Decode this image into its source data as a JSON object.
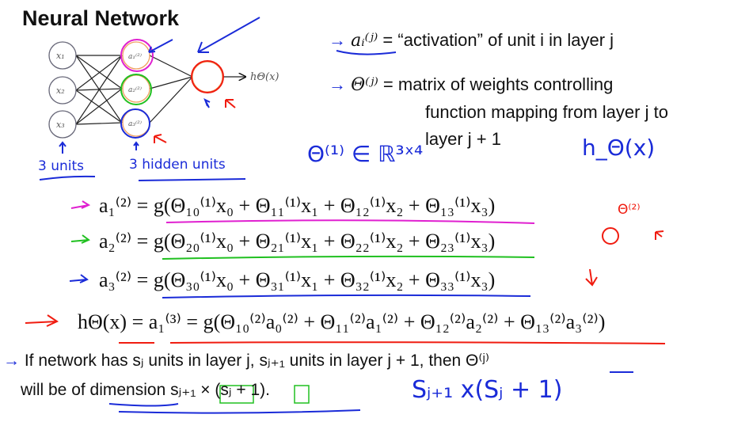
{
  "slide": {
    "title": "Neural Network",
    "diagram": {
      "inputs": [
        "x₁",
        "x₂",
        "x₃"
      ],
      "hidden": [
        "a₁⁽²⁾",
        "a₂⁽²⁾",
        "a₃⁽²⁾"
      ],
      "output_label": "hΘ(x)"
    },
    "definitions": [
      {
        "symbol": "aᵢ⁽ʲ⁾",
        "text": "= “activation” of unit i in layer j"
      },
      {
        "symbol": "Θ⁽ʲ⁾",
        "text": "= matrix of weights controlling",
        "cont1": "function mapping from layer j to",
        "cont2": "layer j + 1"
      }
    ],
    "equations": [
      "a₁⁽²⁾ = g(Θ₁₀⁽¹⁾x₀ + Θ₁₁⁽¹⁾x₁ + Θ₁₂⁽¹⁾x₂ + Θ₁₃⁽¹⁾x₃)",
      "a₂⁽²⁾ = g(Θ₂₀⁽¹⁾x₀ + Θ₂₁⁽¹⁾x₁ + Θ₂₂⁽¹⁾x₂ + Θ₂₃⁽¹⁾x₃)",
      "a₃⁽²⁾ = g(Θ₃₀⁽¹⁾x₀ + Θ₃₁⁽¹⁾x₁ + Θ₃₂⁽¹⁾x₂ + Θ₃₃⁽¹⁾x₃)",
      "hΘ(x) = a₁⁽³⁾ = g(Θ₁₀⁽²⁾a₀⁽²⁾ + Θ₁₁⁽²⁾a₁⁽²⁾ + Θ₁₂⁽²⁾a₂⁽²⁾ + Θ₁₃⁽²⁾a₃⁽²⁾)"
    ],
    "bottom": {
      "line1": "If network has sⱼ units in layer j, sⱼ₊₁ units in layer j + 1, then Θ⁽ʲ⁾",
      "line2": "will be of dimension sⱼ₊₁ × (sⱼ + 1)."
    },
    "handwriting": {
      "input_note": "3 units",
      "hidden_note": "3 hidden units",
      "theta1": "Θ⁽¹⁾ ∈ ℝ³ˣ⁴",
      "h_theta": "h_Θ(x)",
      "theta2": "Θ⁽²⁾",
      "dimension": "Sⱼ₊₁ x(Sⱼ + 1)"
    },
    "colors": {
      "pink": "#e020d0",
      "green": "#20c020",
      "blue": "#1a2bd8",
      "red": "#f01c10"
    }
  }
}
